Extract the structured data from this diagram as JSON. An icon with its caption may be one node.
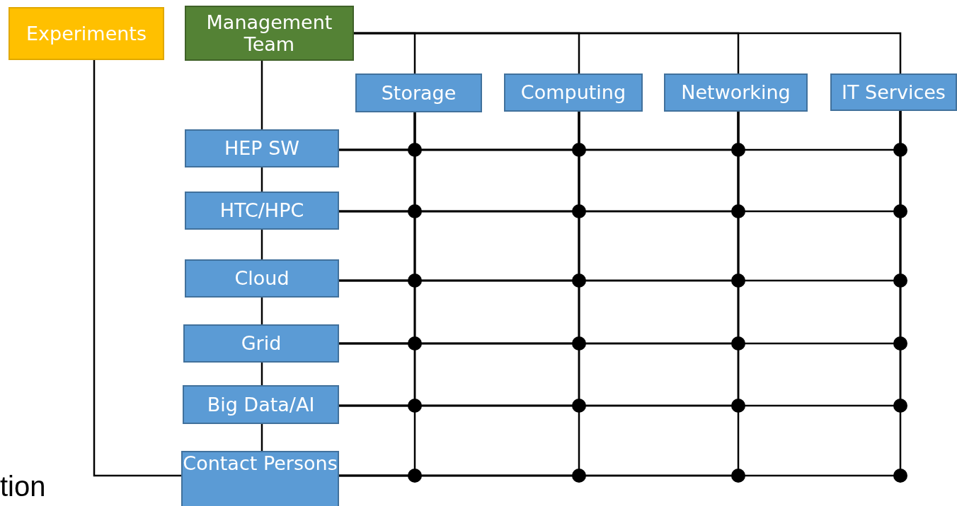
{
  "diagram": {
    "nodes": [
      {
        "text": [
          "Experiments"
        ]
      },
      {
        "text": [
          "Management Team"
        ]
      },
      {
        "text": [
          "Storage"
        ]
      },
      {
        "text": [
          "Computing"
        ]
      },
      {
        "text": [
          "Networking"
        ]
      },
      {
        "text": [
          "IT Services"
        ]
      },
      {
        "text": [
          "HEP SW"
        ]
      },
      {
        "text": [
          "HTC/HPC"
        ]
      },
      {
        "text": [
          "Cloud"
        ]
      },
      {
        "text": [
          "Grid"
        ]
      },
      {
        "text": [
          "Big Data/AI"
        ]
      },
      {
        "text": [
          "Contact Persons"
        ]
      }
    ],
    "edges": [
      {
        "from": 1,
        "to": 6,
        "arrow": "none"
      },
      {
        "from": 6,
        "to": 7,
        "arrow": "none"
      },
      {
        "from": 7,
        "to": 8,
        "arrow": "none"
      },
      {
        "from": 8,
        "to": 9,
        "arrow": "none"
      },
      {
        "from": 9,
        "to": 10,
        "arrow": "none"
      },
      {
        "from": 10,
        "to": 11,
        "arrow": "none"
      },
      {
        "from": 0,
        "to": 11,
        "arrow": "none"
      },
      {
        "from": 1,
        "to": 2,
        "arrow": "none"
      },
      {
        "from": 1,
        "to": 3,
        "arrow": "none"
      },
      {
        "from": 1,
        "to": 4,
        "arrow": "none"
      },
      {
        "from": 1,
        "to": 5,
        "arrow": "none"
      },
      {
        "from": 6,
        "to": 2,
        "arrow": "none"
      },
      {
        "from": 6,
        "to": 3,
        "arrow": "none"
      },
      {
        "from": 6,
        "to": 4,
        "arrow": "none"
      },
      {
        "from": 6,
        "to": 5,
        "arrow": "none"
      },
      {
        "from": 7,
        "to": 2,
        "arrow": "none"
      },
      {
        "from": 7,
        "to": 3,
        "arrow": "none"
      },
      {
        "from": 7,
        "to": 4,
        "arrow": "none"
      },
      {
        "from": 7,
        "to": 5,
        "arrow": "none"
      },
      {
        "from": 8,
        "to": 2,
        "arrow": "none"
      },
      {
        "from": 8,
        "to": 3,
        "arrow": "none"
      },
      {
        "from": 8,
        "to": 4,
        "arrow": "none"
      },
      {
        "from": 8,
        "to": 5,
        "arrow": "none"
      },
      {
        "from": 9,
        "to": 2,
        "arrow": "none"
      },
      {
        "from": 9,
        "to": 3,
        "arrow": "none"
      },
      {
        "from": 9,
        "to": 4,
        "arrow": "none"
      },
      {
        "from": 9,
        "to": 5,
        "arrow": "none"
      },
      {
        "from": 10,
        "to": 2,
        "arrow": "none"
      },
      {
        "from": 10,
        "to": 3,
        "arrow": "none"
      },
      {
        "from": 10,
        "to": 4,
        "arrow": "none"
      },
      {
        "from": 10,
        "to": 5,
        "arrow": "none"
      },
      {
        "from": 11,
        "to": 2,
        "arrow": "none"
      },
      {
        "from": 11,
        "to": 3,
        "arrow": "none"
      },
      {
        "from": 11,
        "to": 4,
        "arrow": "none"
      },
      {
        "from": 11,
        "to": 5,
        "arrow": "none"
      }
    ],
    "labels": [
      "tion"
    ]
  }
}
